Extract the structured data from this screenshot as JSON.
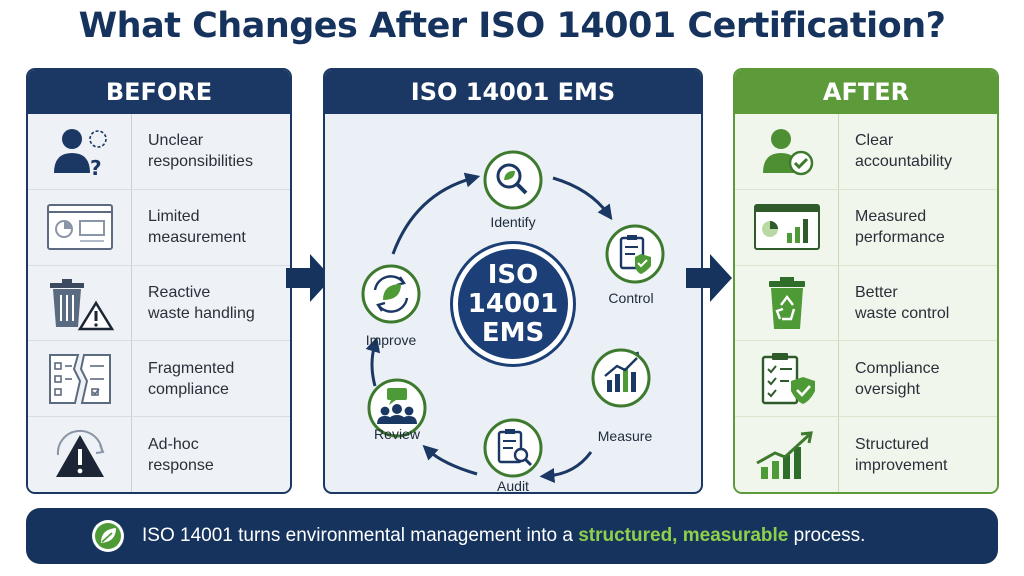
{
  "title": "What Changes After ISO 14001 Certification?",
  "before": {
    "heading": "BEFORE",
    "items": [
      {
        "line1": "Unclear",
        "line2": "responsibilities",
        "icon": "unclear-person-icon"
      },
      {
        "line1": "Limited",
        "line2": "measurement",
        "icon": "blank-report-icon"
      },
      {
        "line1": "Reactive",
        "line2": "waste handling",
        "icon": "trash-warning-icon"
      },
      {
        "line1": "Fragmented",
        "line2": "compliance",
        "icon": "torn-checklist-icon"
      },
      {
        "line1": "Ad-hoc",
        "line2": "response",
        "icon": "warning-triangle-icon"
      }
    ]
  },
  "center": {
    "heading": "ISO 14001 EMS",
    "hub": {
      "line1": "ISO",
      "line2": "14001",
      "line3": "EMS"
    },
    "steps": [
      {
        "label": "Identify",
        "icon": "magnifier-leaf-icon"
      },
      {
        "label": "Control",
        "icon": "clipboard-shield-icon"
      },
      {
        "label": "Measure",
        "icon": "bar-chart-icon"
      },
      {
        "label": "Audit",
        "icon": "clipboard-search-icon"
      },
      {
        "label": "Review",
        "icon": "team-chat-icon"
      },
      {
        "label": "Improve",
        "icon": "leaf-cycle-icon"
      }
    ]
  },
  "after": {
    "heading": "AFTER",
    "items": [
      {
        "line1": "Clear",
        "line2": "accountability",
        "icon": "person-check-icon"
      },
      {
        "line1": "Measured",
        "line2": "performance",
        "icon": "dashboard-icon"
      },
      {
        "line1": "Better",
        "line2": "waste control",
        "icon": "recycle-bin-icon"
      },
      {
        "line1": "Compliance",
        "line2": "oversight",
        "icon": "checklist-shield-icon"
      },
      {
        "line1": "Structured",
        "line2": "improvement",
        "icon": "growth-chart-icon"
      }
    ]
  },
  "banner": {
    "text_before": "ISO 14001 turns environmental management into a",
    "highlight": "structured, measurable",
    "text_after": "process."
  },
  "colors": {
    "navy": "#1b3763",
    "green": "#5c9a3a",
    "highlight": "#8fd04a"
  }
}
